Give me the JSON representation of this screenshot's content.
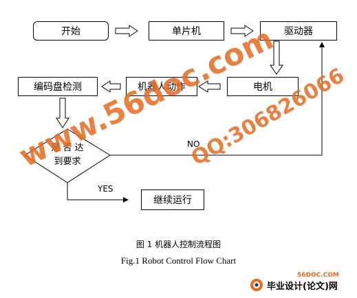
{
  "nodes": {
    "start": "开始",
    "mcu": "单片机",
    "driver": "驱动器",
    "motor": "电机",
    "robot_action": "机器人动作",
    "encoder": "编码盘检测",
    "decision": "是 否 达 到要求",
    "continue": "继续运行"
  },
  "edge_labels": {
    "no": "NO",
    "yes": "YES"
  },
  "caption": {
    "cn": "图 1  机器人控制流程图",
    "en": "Fig.1 Robot Control Flow Chart"
  },
  "watermark": {
    "site": "www.56doc.com",
    "qq": "QQ:306826066",
    "logo_small": "56DOC.COM",
    "logo_text": "毕业设计(论文)网",
    "color": "#e56a22"
  }
}
